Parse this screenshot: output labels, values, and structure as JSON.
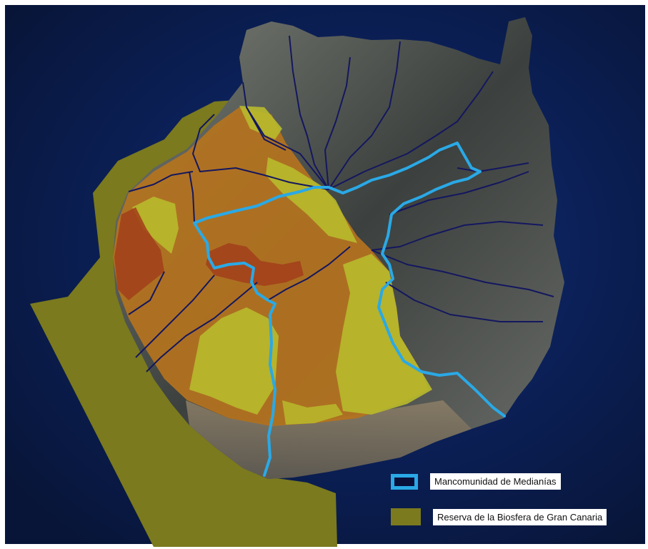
{
  "legend": {
    "items": [
      {
        "label": "Mancomunidad de Medianías",
        "symbol": "outline-boundary",
        "color": "#2aa9e6"
      },
      {
        "label": "Reserva de la Biosfera de Gran Canaria",
        "symbol": "filled-area",
        "color": "#7b7a1e"
      }
    ]
  },
  "colors": {
    "ocean": "#0b1b4a",
    "biosphere_reserve": "#7b7a1e",
    "zone_orange": "#b5731e",
    "zone_yellow": "#b8ba2c",
    "zone_red": "#a3401a",
    "municipal_boundary": "#14175f",
    "mancomunidad_boundary": "#2aa9e6",
    "terrain": "#555a5c"
  }
}
